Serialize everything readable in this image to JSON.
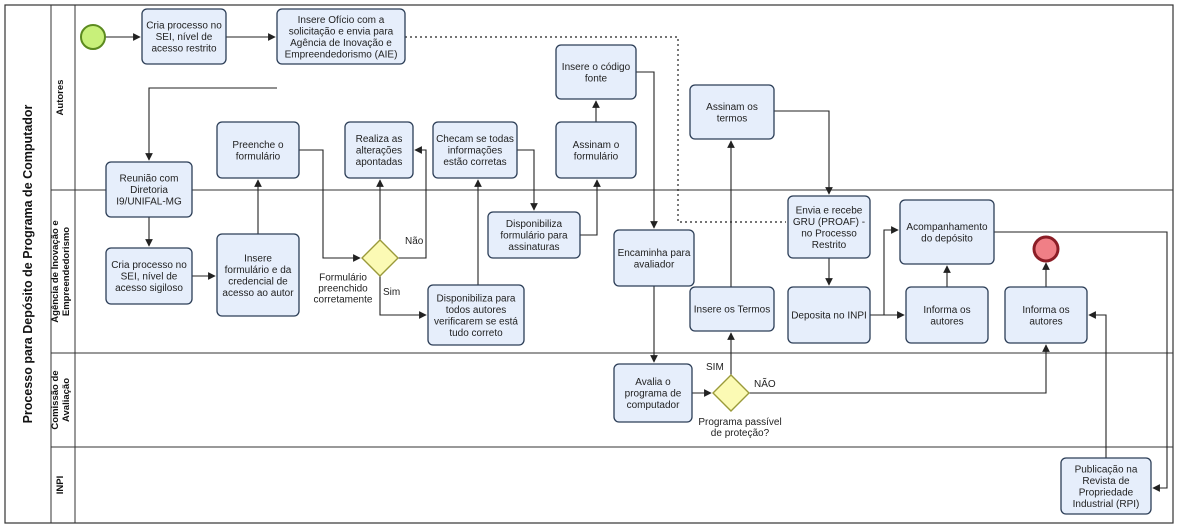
{
  "pool_title": "Processo para Depósito de  Programa de Computador",
  "lanes": [
    {
      "lines": [
        "Autores"
      ]
    },
    {
      "lines": [
        "Agência de Inovação e",
        "Empreendedorismo"
      ]
    },
    {
      "lines": [
        "Comissão de",
        "Avaliação"
      ]
    },
    {
      "lines": [
        "INPI"
      ]
    }
  ],
  "tasks": [
    {
      "id": "t1",
      "red": true,
      "lines": [
        "Cria processo no",
        "SEI, nível de",
        "acesso restrito"
      ]
    },
    {
      "id": "t2",
      "red": true,
      "lines": [
        "Insere Ofício com a",
        "solicitação e envia para",
        "Agência de Inovação e",
        "Empreendedorismo (AIE)"
      ]
    },
    {
      "id": "t3",
      "red": false,
      "lines": [
        "Reunião com",
        "Diretoria",
        "I9/UNIFAL-MG"
      ]
    },
    {
      "id": "t4",
      "red": false,
      "lines": [
        "Cria processo no",
        "SEI, nível de",
        "acesso sigiloso"
      ]
    },
    {
      "id": "t5",
      "red": false,
      "lines": [
        "Insere",
        "formulário e da",
        "credencial de",
        "acesso ao autor"
      ]
    },
    {
      "id": "t6",
      "red": false,
      "lines": [
        "Preenche o",
        "formulário"
      ]
    },
    {
      "id": "t7",
      "red": false,
      "lines": [
        "Realiza as",
        "alterações",
        "apontadas"
      ]
    },
    {
      "id": "t8",
      "red": false,
      "lines": [
        "Checam se todas",
        "informações",
        "estão corretas"
      ]
    },
    {
      "id": "t9",
      "red": false,
      "lines": [
        "Disponibiliza para",
        "todos autores",
        "verificarem se está",
        "tudo correto"
      ]
    },
    {
      "id": "t10",
      "red": false,
      "lines": [
        "Disponibiliza",
        "formulário para",
        "assinaturas"
      ]
    },
    {
      "id": "t11",
      "red": false,
      "lines": [
        "Assinam o",
        "formulário"
      ]
    },
    {
      "id": "t12",
      "red": false,
      "lines": [
        "Insere o código",
        "fonte"
      ]
    },
    {
      "id": "t13",
      "red": false,
      "lines": [
        "Encaminha para",
        "avaliador"
      ]
    },
    {
      "id": "t14",
      "red": false,
      "lines": [
        "Avalia o",
        "programa de",
        "computador"
      ]
    },
    {
      "id": "t15",
      "red": false,
      "lines": [
        "Insere os Termos"
      ]
    },
    {
      "id": "t16",
      "red": false,
      "lines": [
        "Assinam os",
        "termos"
      ]
    },
    {
      "id": "t17",
      "red": true,
      "lines": [
        "Envia e recebe",
        "GRU (PROAF) -",
        "no Processo",
        "Restrito"
      ]
    },
    {
      "id": "t18",
      "red": false,
      "lines": [
        "Deposita no INPI"
      ]
    },
    {
      "id": "t19",
      "red": false,
      "lines": [
        "Informa os",
        "autores"
      ]
    },
    {
      "id": "t20",
      "red": false,
      "lines": [
        "Acompanhamento",
        "do depósito"
      ]
    },
    {
      "id": "t21",
      "red": false,
      "lines": [
        "Informa os",
        "autores"
      ]
    },
    {
      "id": "t22",
      "red": false,
      "lines": [
        "Publicação na",
        "Revista de",
        "Propriedade",
        "Industrial (RPI)"
      ]
    }
  ],
  "gateways": [
    {
      "id": "g1",
      "label_lines": [
        "Formulário",
        "preenchido",
        "corretamente"
      ],
      "yes": "Sim",
      "no": "Não"
    },
    {
      "id": "g2",
      "label_lines": [
        "Programa passível",
        "de proteção?"
      ],
      "yes": "SIM",
      "no": "NÃO"
    }
  ],
  "colors": {
    "task_fill": "#e6eefb",
    "task_stroke": "#2c3e57",
    "start": "#c8f07a",
    "end": "#f07f86",
    "gateway": "#fbfab4",
    "red_text": "#c0392b"
  }
}
